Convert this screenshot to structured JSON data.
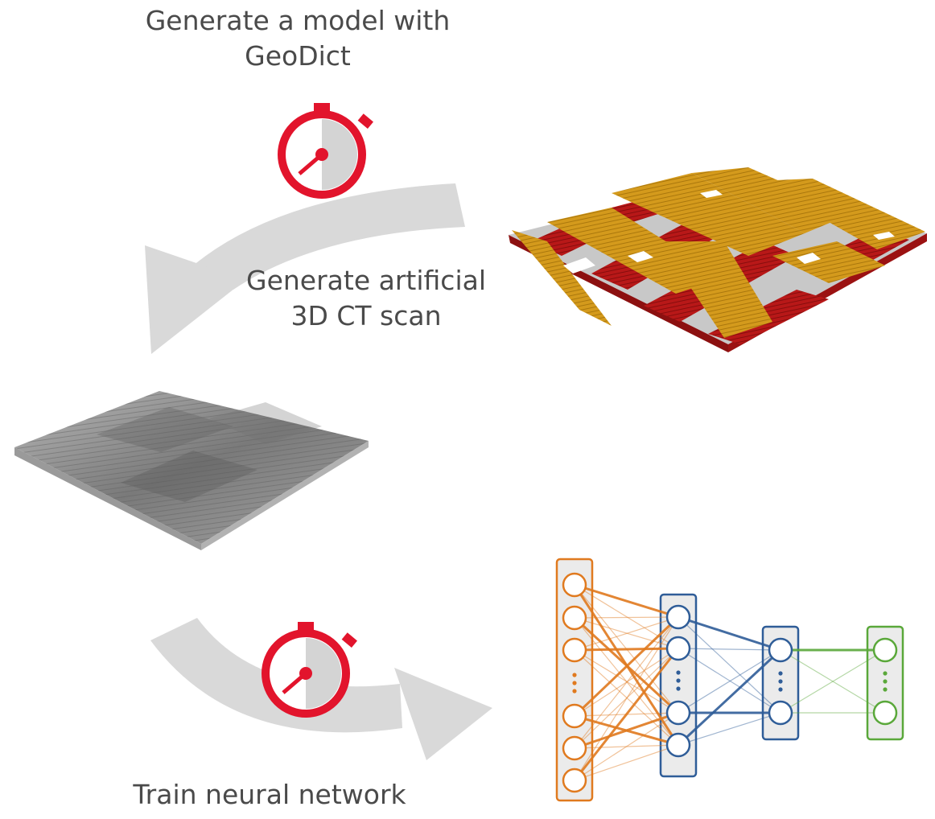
{
  "labels": {
    "model_step": [
      "Generate a model with",
      "GeoDict"
    ],
    "ct_step": [
      "Generate artificial",
      "3D CT scan"
    ],
    "train_step": "Train  neural network"
  },
  "colors": {
    "arrow": "#d9d9d9",
    "timer": "#e2142c",
    "timer_face": "#d4d4d4",
    "fiber_red": "#b01414",
    "fiber_gold": "#d49a1c",
    "layer_input": "#e07a1f",
    "layer_hidden": "#2f5d98",
    "layer_output": "#5aa83a",
    "ct_gray": "#8a8a8a",
    "text": "#4a4a4a"
  },
  "icons": [
    "stopwatch-icon",
    "curved-arrow",
    "fiber-model-image",
    "ct-scan-image",
    "neural-network-diagram"
  ]
}
